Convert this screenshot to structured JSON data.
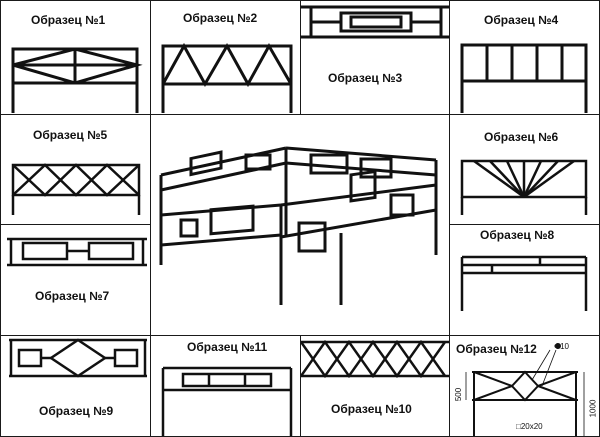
{
  "samples": [
    {
      "id": 1,
      "label": "Образец №1"
    },
    {
      "id": 2,
      "label": "Образец №2"
    },
    {
      "id": 3,
      "label": "Образец №3"
    },
    {
      "id": 4,
      "label": "Образец №4"
    },
    {
      "id": 5,
      "label": "Образец №5"
    },
    {
      "id": 6,
      "label": "Образец №6"
    },
    {
      "id": 7,
      "label": "Образец №7"
    },
    {
      "id": 8,
      "label": "Образец №8"
    },
    {
      "id": 9,
      "label": "Образец №9"
    },
    {
      "id": 10,
      "label": "Образец №10"
    },
    {
      "id": 11,
      "label": "Образец №11"
    },
    {
      "id": 12,
      "label": "Образец №12"
    }
  ],
  "dimensions": {
    "diameter": "Ф10",
    "height_small": "500",
    "height_total": "1000",
    "profile": "□20x20"
  }
}
